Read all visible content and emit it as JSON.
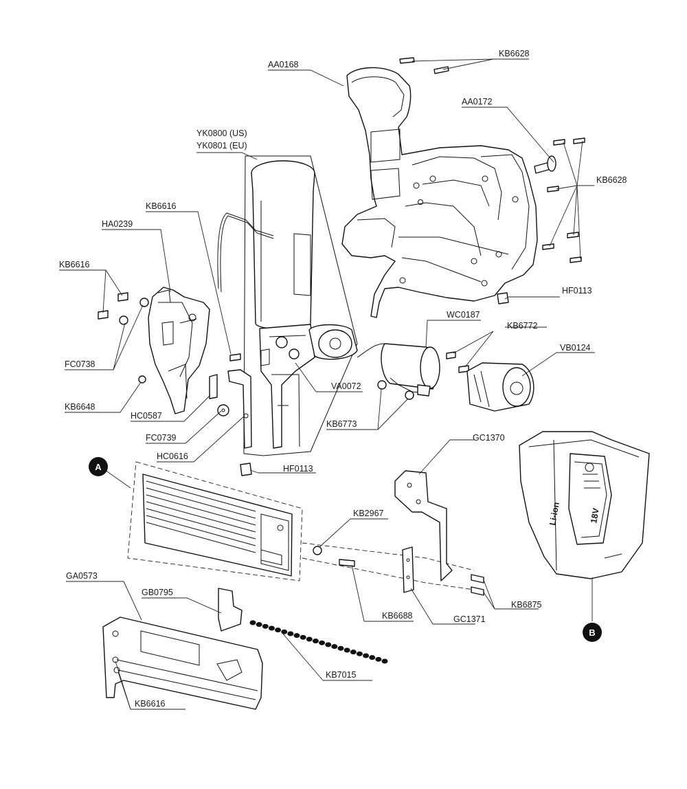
{
  "diagram": {
    "labels": {
      "aa0168": "AA0168",
      "kb6628_top": "KB6628",
      "aa0172": "AA0172",
      "kb6628_right": "KB6628",
      "yk0800": "YK0800 (US)",
      "yk0801": "YK0801 (EU)",
      "kb6616_a": "KB6616",
      "ha0239": "HA0239",
      "kb6616_b": "KB6616",
      "hf0113_a": "HF0113",
      "wc0187": "WC0187",
      "kb6772": "KB6772",
      "vb0124": "VB0124",
      "fc0738": "FC0738",
      "va0072": "VA0072",
      "kb6648": "KB6648",
      "hc0587": "HC0587",
      "kb6773": "KB6773",
      "fc0739": "FC0739",
      "hc0616": "HC0616",
      "hf0113_b": "HF0113",
      "gc1370": "GC1370",
      "kb2967": "KB2967",
      "ga0573": "GA0573",
      "gb0795": "GB0795",
      "kb6688": "KB6688",
      "gc1371": "GC1371",
      "kb6875": "KB6875",
      "kb7015": "KB7015",
      "kb6616_c": "KB6616"
    },
    "callouts": {
      "a": "A",
      "b": "B"
    },
    "battery_text": {
      "voltage": "18V",
      "chemistry": "Li-ion"
    }
  }
}
